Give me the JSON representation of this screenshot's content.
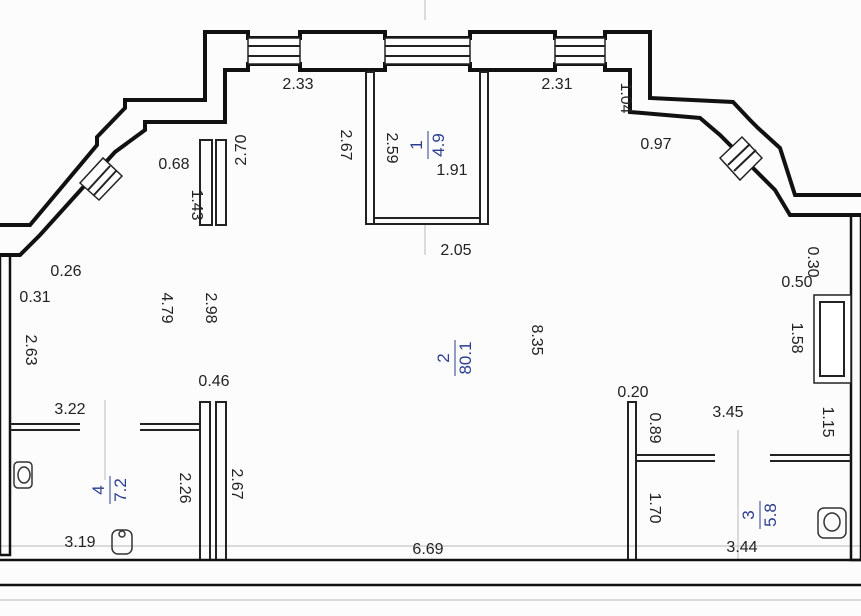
{
  "rooms": [
    {
      "number": "1",
      "area": "4.9"
    },
    {
      "number": "2",
      "area": "80.1"
    },
    {
      "number": "3",
      "area": "5.8"
    },
    {
      "number": "4",
      "area": "7.2"
    }
  ],
  "dimensions": {
    "d_2_33": "2.33",
    "d_2_31": "2.31",
    "d_1_04": "1.04",
    "d_0_97": "0.97",
    "d_2_70": "2.70",
    "d_0_68": "0.68",
    "d_1_43": "1.43",
    "d_2_67_top": "2.67",
    "d_2_59": "2.59",
    "d_1_91": "1.91",
    "d_2_05": "2.05",
    "d_0_26": "0.26",
    "d_0_31": "0.31",
    "d_2_63": "2.63",
    "d_4_79": "4.79",
    "d_2_98": "2.98",
    "d_8_35": "8.35",
    "d_0_30": "0.30",
    "d_0_50": "0.50",
    "d_1_58": "1.58",
    "d_1_15": "1.15",
    "d_0_46": "0.46",
    "d_3_22": "3.22",
    "d_2_26": "2.26",
    "d_2_67_bottom": "2.67",
    "d_3_19": "3.19",
    "d_6_69": "6.69",
    "d_0_20": "0.20",
    "d_0_89": "0.89",
    "d_3_45": "3.45",
    "d_1_70": "1.70",
    "d_3_44": "3.44"
  }
}
